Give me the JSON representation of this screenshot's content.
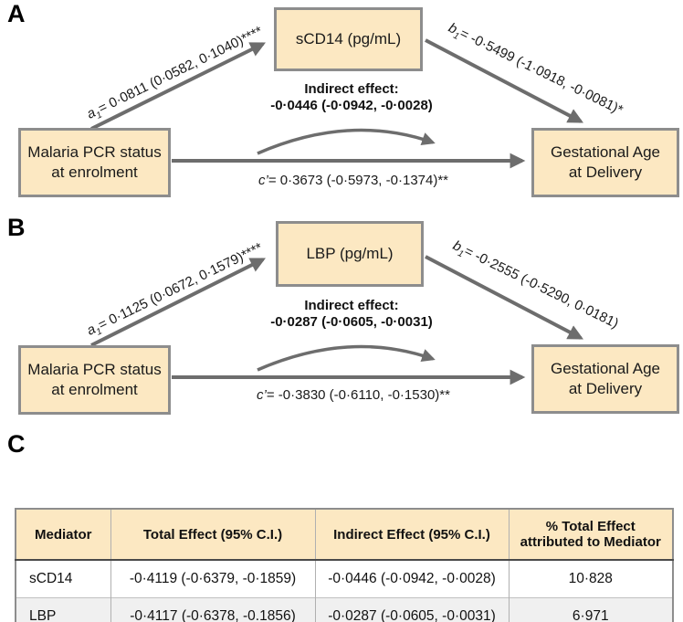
{
  "colors": {
    "box_fill": "#fce8c2",
    "box_border": "#8d8d8d",
    "arrow": "#6d6d6d",
    "table_header_bg": "#fce8c2",
    "table_alt_row_bg": "#f0f0f0"
  },
  "panelA": {
    "label": "A",
    "mediator_box": "sCD14 (pg/mL)",
    "exposure_line1": "Malaria PCR status",
    "exposure_line2": "at enrolment",
    "outcome_line1": "Gestational Age",
    "outcome_line2": "at Delivery",
    "a_path": {
      "var": "a",
      "sub": "1",
      "rest": "= 0·0811 (0·0582, 0·1040)****"
    },
    "b_path": {
      "var": "b",
      "sub": "1",
      "rest": "= -0·5499 (-1·0918, -0·0081)*"
    },
    "indirect_label": "Indirect effect:",
    "indirect_value": "-0·0446 (-0·0942, -0·0028)",
    "c_path": {
      "var": "c’",
      "rest": "= 0·3673 (-0·5973, -0·1374)**"
    }
  },
  "panelB": {
    "label": "B",
    "mediator_box": "LBP (pg/mL)",
    "exposure_line1": "Malaria PCR status",
    "exposure_line2": "at enrolment",
    "outcome_line1": "Gestational Age",
    "outcome_line2": "at Delivery",
    "a_path": {
      "var": "a",
      "sub": "1",
      "rest": "= 0·1125 (0·0672, 0·1579)****"
    },
    "b_path": {
      "var": "b",
      "sub": "1",
      "rest": "= -0·2555 (-0·5290, 0·0181)"
    },
    "indirect_label": "Indirect effect:",
    "indirect_value": "-0·0287 (-0·0605, -0·0031)",
    "c_path": {
      "var": "c’",
      "rest": "= -0·3830 (-0·6110, -0·1530)**"
    }
  },
  "panelC": {
    "label": "C",
    "table": {
      "headers": [
        "Mediator",
        "Total Effect (95% C.I.)",
        "Indirect Effect (95% C.I.)",
        "% Total Effect attributed to Mediator"
      ],
      "rows": [
        [
          "sCD14",
          "-0·4119 (-0·6379, -0·1859)",
          "-0·0446 (-0·0942, -0·0028)",
          "10·828"
        ],
        [
          "LBP",
          "-0·4117 (-0·6378, -0.1856)",
          "-0·0287 (-0·0605, -0·0031)",
          "6·971"
        ]
      ]
    }
  }
}
